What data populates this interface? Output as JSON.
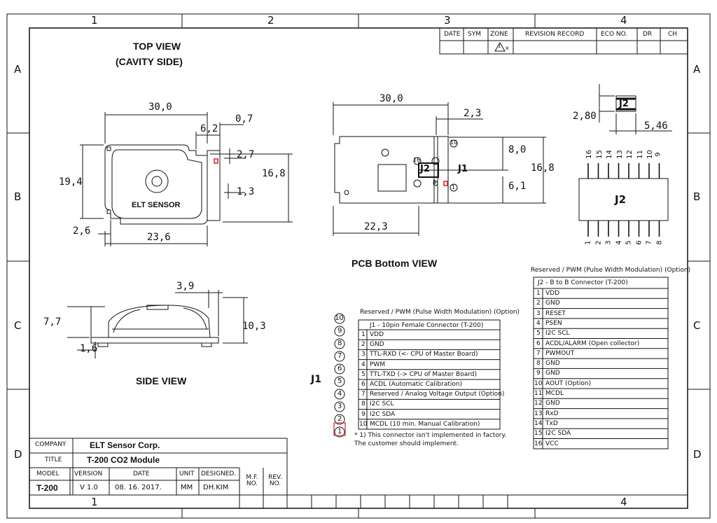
{
  "grid": {
    "cols": [
      "1",
      "2",
      "3",
      "4"
    ],
    "rows": [
      "A",
      "B",
      "C",
      "D"
    ]
  },
  "revision_header": [
    "DATE",
    "SYM",
    "ZONE",
    "REVISION RECORD",
    "ECO NO.",
    "DR",
    "CH"
  ],
  "revision_zone_mark": "1",
  "revision_zone_sub": "x",
  "top_view": {
    "title1": "TOP VIEW",
    "title2": "(CAVITY SIDE)",
    "dims": {
      "width": "30,0",
      "tab": "6,2",
      "right": "0,7",
      "pin_top": "2,7",
      "pin_pitch": "1,3",
      "height_body": "19,4",
      "height_total": "16,8",
      "left": "2,6",
      "bottom": "23,6"
    },
    "logo": "ELT SENSOR"
  },
  "pcb_view": {
    "title": "PCB Bottom VIEW",
    "dims": {
      "width": "30,0",
      "right": "2,3",
      "top": "8,0",
      "height": "16,8",
      "bottom_gap": "6,1",
      "bottom_width": "22,3"
    },
    "labels": {
      "j2": "J2",
      "j1": "J1",
      "pin10": "10",
      "pin16": "16",
      "pin8": "8",
      "pin1": "1"
    }
  },
  "side_view": {
    "title": "SIDE VIEW",
    "dims": {
      "top": "3,9",
      "height_left": "7,7",
      "height_right": "10,3",
      "bottom": "1,6"
    }
  },
  "j2_package": {
    "label": "J2",
    "small_label": "J2",
    "dims": {
      "h": "2,80",
      "w": "5,46"
    },
    "top_pins": [
      "16",
      "15",
      "14",
      "13",
      "12",
      "11",
      "10",
      "9"
    ],
    "bottom_pins": [
      "1",
      "2",
      "3",
      "4",
      "5",
      "6",
      "7",
      "8"
    ]
  },
  "j1_connector": {
    "label": "J1",
    "pins": [
      "10",
      "9",
      "8",
      "7",
      "6",
      "5",
      "4",
      "3",
      "2",
      "1"
    ],
    "note_title": "Reserved / PWM (Pulse Width Modulation) (Option)",
    "table_title": "J1 - 10pin Female Connector (T-200)",
    "rows": [
      {
        "no": "1",
        "name": "VDD"
      },
      {
        "no": "2",
        "name": "GND"
      },
      {
        "no": "3",
        "name": "TTL-RXD (<- CPU of Master Board)"
      },
      {
        "no": "4",
        "name": "PWM"
      },
      {
        "no": "5",
        "name": "TTL-TXD (-> CPU of Master Board)"
      },
      {
        "no": "6",
        "name": "ACDL (Automatic Calibration)"
      },
      {
        "no": "7",
        "name": "Reserved / Analog Voltage Output (Option)"
      },
      {
        "no": "8",
        "name": "I2C SCL"
      },
      {
        "no": "9",
        "name": "I2C SDA"
      },
      {
        "no": "10",
        "name": "MCDL (10 min. Manual Calibration)"
      }
    ],
    "footnote1": "* 1) This connector isn't implemented in factory.",
    "footnote2": "The customer should implement."
  },
  "j2_table": {
    "note_title": "Reserved / PWM (Pulse Width Modulation) (Option)",
    "table_title": "J2 - B to B Connector (T-200)",
    "rows": [
      {
        "no": "1",
        "name": "VDD"
      },
      {
        "no": "2",
        "name": "GND"
      },
      {
        "no": "3",
        "name": "RESET"
      },
      {
        "no": "4",
        "name": "PSEN"
      },
      {
        "no": "5",
        "name": "I2C SCL"
      },
      {
        "no": "6",
        "name": "ACDL/ALARM (Open collector)"
      },
      {
        "no": "7",
        "name": "PWMOUT"
      },
      {
        "no": "8",
        "name": "GND"
      },
      {
        "no": "9",
        "name": "GND"
      },
      {
        "no": "10",
        "name": "AOUT (Option)"
      },
      {
        "no": "11",
        "name": "MCDL"
      },
      {
        "no": "12",
        "name": "GND"
      },
      {
        "no": "13",
        "name": "RxD"
      },
      {
        "no": "14",
        "name": "TxD"
      },
      {
        "no": "15",
        "name": "I2C SDA"
      },
      {
        "no": "16",
        "name": "VCC"
      }
    ]
  },
  "title_block": {
    "company_label": "COMPANY",
    "company": "ELT Sensor Corp.",
    "title_label": "TITLE",
    "title": "T-200 CO2 Module",
    "model_label": "MODEL",
    "version_label": "VERSION",
    "date_label": "DATE",
    "unit_label": "UNIT",
    "designed_label": "DESIGNED.",
    "mf_label": "M.F. NO.",
    "rev_label": "REV. NO.",
    "model": "T-200",
    "version": "V 1.0",
    "date": "08. 16. 2017.",
    "unit": "MM",
    "designed": "DH.KIM"
  },
  "colors": {
    "ink": "#111111",
    "accent_red": "#d0202a"
  }
}
